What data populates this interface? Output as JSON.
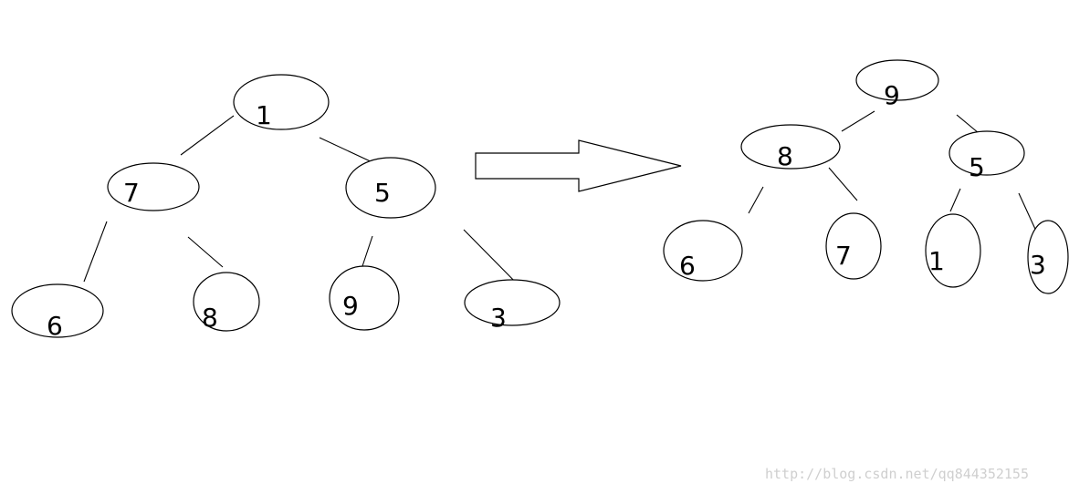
{
  "left_tree": {
    "nodes": [
      "1",
      "7",
      "5",
      "6",
      "8",
      "9",
      "3"
    ]
  },
  "right_tree": {
    "nodes": [
      "9",
      "8",
      "5",
      "6",
      "7",
      "1",
      "3"
    ]
  },
  "watermark": "http://blog.csdn.net/qq844352155"
}
